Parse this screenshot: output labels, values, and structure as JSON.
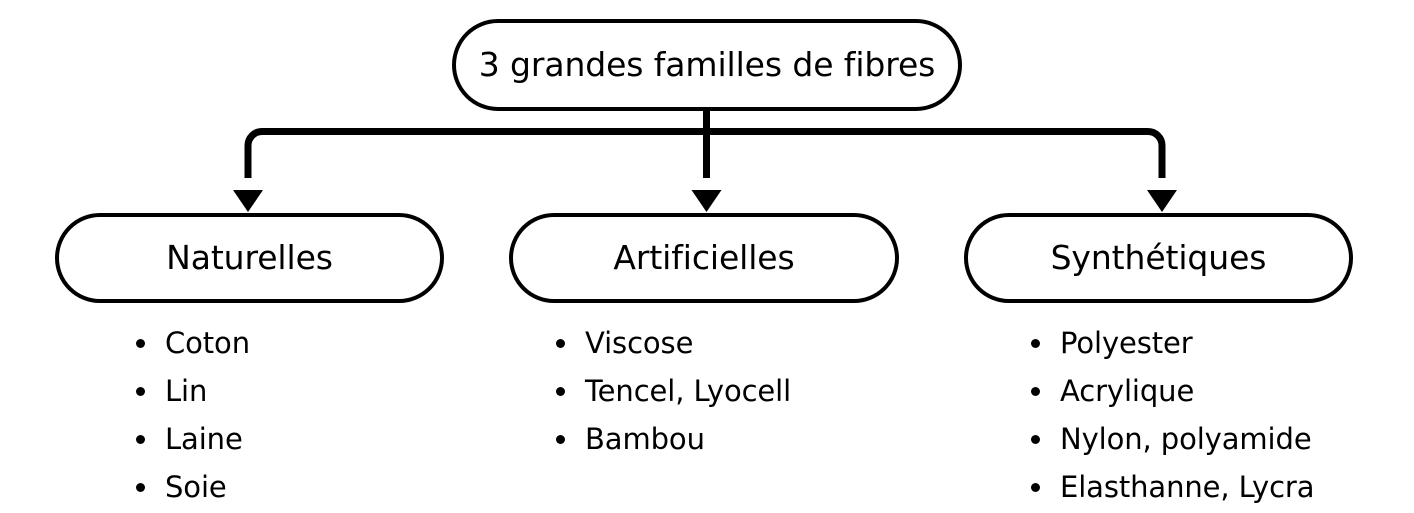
{
  "diagram": {
    "type": "tree-flowchart",
    "root": {
      "label": "3 grandes familles de fibres"
    },
    "branches": [
      {
        "id": "naturelles",
        "label": "Naturelles",
        "items": [
          "Coton",
          "Lin",
          "Laine",
          "Soie"
        ]
      },
      {
        "id": "artificielles",
        "label": "Artificielles",
        "items": [
          "Viscose",
          "Tencel, Lyocell",
          "Bambou"
        ]
      },
      {
        "id": "synthetiques",
        "label": "Synthétiques",
        "items": [
          "Polyester",
          "Acrylique",
          "Nylon, polyamide",
          "Elasthanne, Lycra"
        ]
      }
    ],
    "style": {
      "stroke_color": "#000000",
      "fill_color": "#ffffff",
      "text_color": "#000000"
    },
    "connectors": {
      "arrow_names": [
        "arrow-to-naturelles",
        "arrow-to-artificielles",
        "arrow-to-synthetiques"
      ]
    }
  }
}
